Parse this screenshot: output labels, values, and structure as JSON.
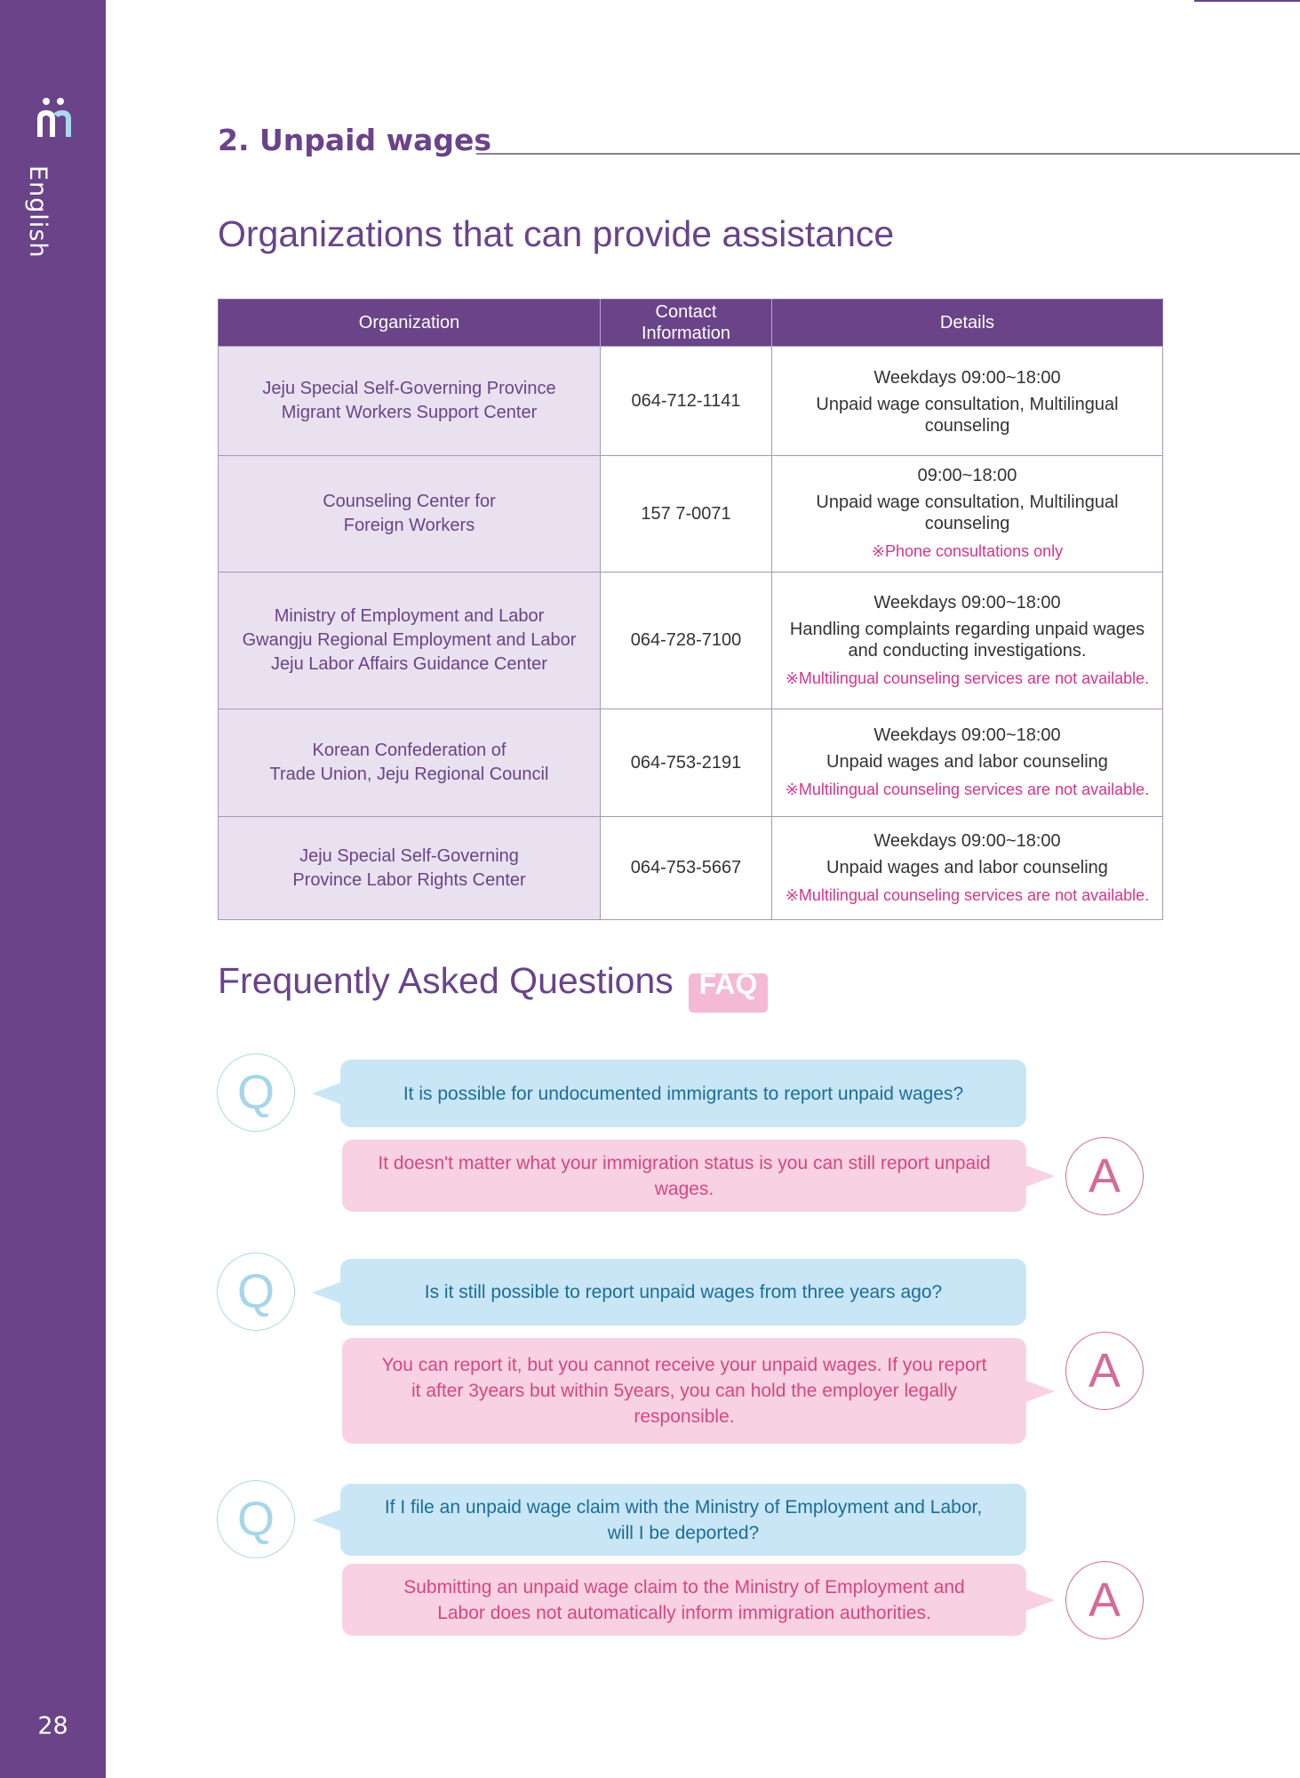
{
  "sidebar": {
    "language": "English",
    "page_number": "28"
  },
  "section": {
    "title": "2. Unpaid wages",
    "subtitle": "Organizations that can provide assistance"
  },
  "table": {
    "headers": [
      "Organization",
      "Contact\nInformation",
      "Details"
    ],
    "rows": [
      {
        "org": "Jeju Special Self-Governing Province\nMigrant Workers Support Center",
        "contact": "064-712-1141",
        "hours": "Weekdays 09:00~18:00",
        "desc": "Unpaid wage consultation, Multilingual counseling",
        "note": ""
      },
      {
        "org": "Counseling Center for\nForeign Workers",
        "contact": "157 7-0071",
        "hours": "09:00~18:00",
        "desc": "Unpaid wage consultation, Multilingual counseling",
        "note": "※Phone consultations only"
      },
      {
        "org": "Ministry of Employment and Labor\nGwangju Regional Employment and Labor\nJeju Labor Affairs Guidance Center",
        "contact": "064-728-7100",
        "hours": "Weekdays 09:00~18:00",
        "desc": "Handling complaints regarding unpaid wages and conducting investigations.",
        "note": "※Multilingual counseling services are not available."
      },
      {
        "org": "Korean Confederation of\nTrade Union, Jeju Regional Council",
        "contact": "064-753-2191",
        "hours": "Weekdays 09:00~18:00",
        "desc": "Unpaid wages and labor counseling",
        "note": "※Multilingual counseling services are not available."
      },
      {
        "org": "Jeju Special Self-Governing\nProvince Labor Rights Center",
        "contact": "064-753-5667",
        "hours": "Weekdays 09:00~18:00",
        "desc": "Unpaid wages and labor counseling",
        "note": "※Multilingual counseling services are not available."
      }
    ]
  },
  "faq": {
    "title": "Frequently Asked Questions",
    "badge": "FAQ",
    "q_letter": "Q",
    "a_letter": "A",
    "items": [
      {
        "q": "It is possible for undocumented immigrants to report unpaid wages?",
        "a": "It doesn't matter what your immigration status is you can still report unpaid wages."
      },
      {
        "q": "Is it still possible to report unpaid wages from three years ago?",
        "a": "You can report it, but you cannot receive your unpaid wages. If you report it after 3years but within 5years, you can hold the employer legally responsible."
      },
      {
        "q": "If I file an unpaid wage claim with the Ministry of Employment and Labor, will I be deported?",
        "a": "Submitting an unpaid wage claim to the Ministry of Employment and Labor does not automatically inform immigration authorities."
      }
    ]
  }
}
